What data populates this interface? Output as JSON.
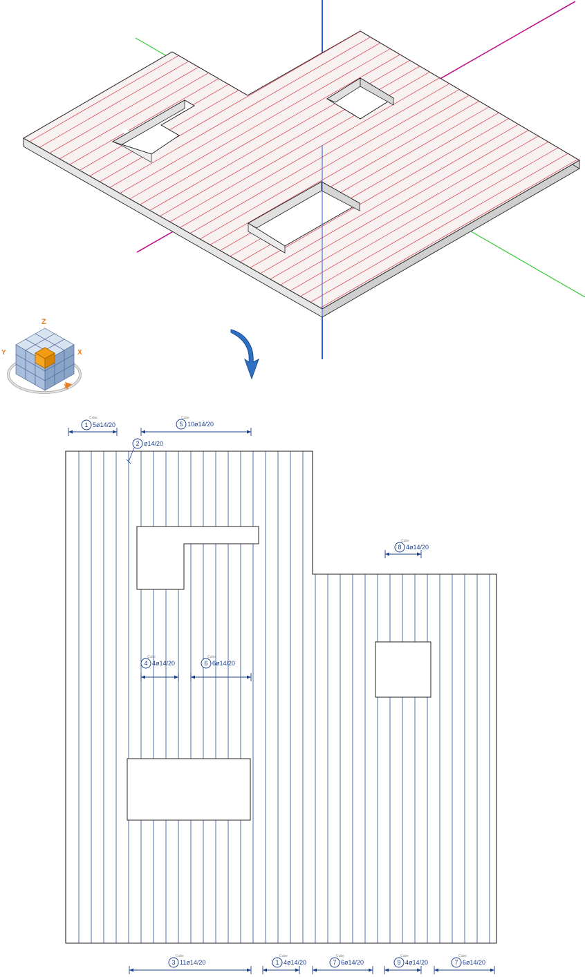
{
  "colors": {
    "axis_z": "#2a5bd7",
    "axis_x": "#c0148c",
    "axis_y": "#39c939",
    "rebar_3d": "#d9373f",
    "rebar_plan": "#1e4f9e",
    "dim": "#1a3f8a"
  },
  "view_cube": {
    "icon": "view-cube-icon",
    "axis_labels": [
      "Z",
      "X",
      "Y",
      "X"
    ]
  },
  "transition": {
    "icon": "curved-arrow-down-icon"
  },
  "bar_marks": [
    {
      "id": "m1",
      "mark": "1",
      "spec": "5ø14/20",
      "caption": "Cube"
    },
    {
      "id": "m5",
      "mark": "5",
      "spec": "10ø14/20",
      "caption": "Cube"
    },
    {
      "id": "m2",
      "mark": "2",
      "spec": "ø14/20",
      "caption": ""
    },
    {
      "id": "m8",
      "mark": "8",
      "spec": "4ø14/20",
      "caption": "Cube"
    },
    {
      "id": "m4",
      "mark": "4",
      "spec": "4ø14/20",
      "caption": "Cube"
    },
    {
      "id": "m6",
      "mark": "6",
      "spec": "6ø14/20",
      "caption": "Cube"
    },
    {
      "id": "m3",
      "mark": "3",
      "spec": "11ø14/20",
      "caption": "Cube"
    },
    {
      "id": "m1b",
      "mark": "1",
      "spec": "4ø14/20",
      "caption": "Cube"
    },
    {
      "id": "m7",
      "mark": "7",
      "spec": "6ø14/20",
      "caption": "Cube"
    },
    {
      "id": "m9",
      "mark": "9",
      "spec": "4ø14/20",
      "caption": "Cube"
    },
    {
      "id": "m7b",
      "mark": "7",
      "spec": "6ø14/20",
      "caption": "Cube"
    }
  ]
}
